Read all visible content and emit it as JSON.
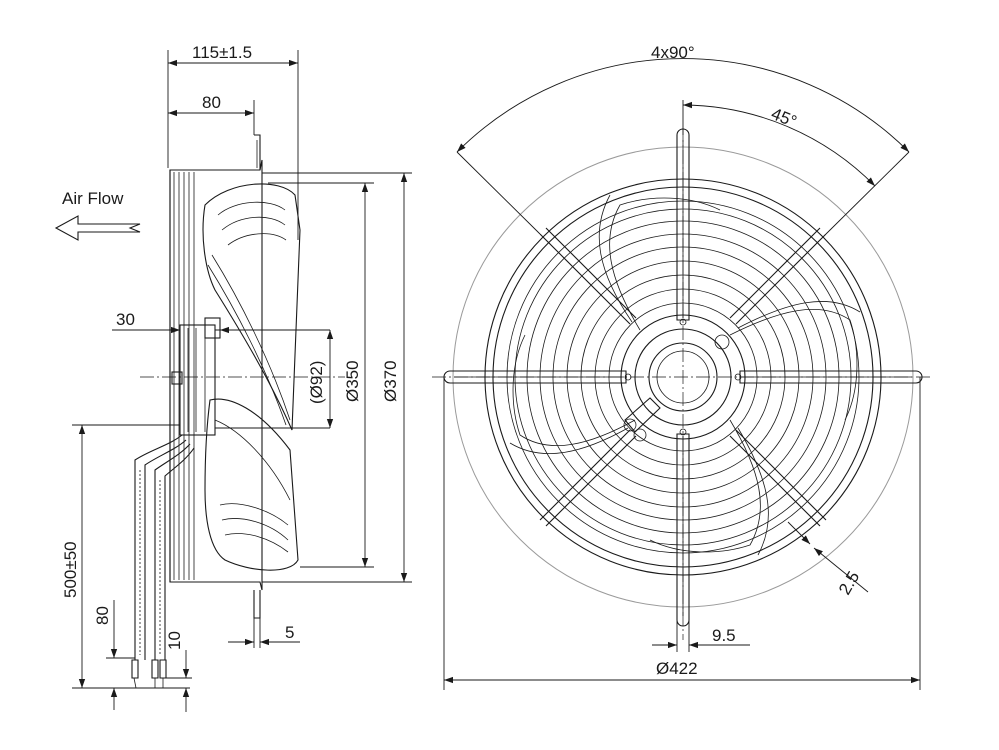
{
  "side_view": {
    "airflow_label": "Air Flow",
    "dim_overall_depth": "115±1.5",
    "dim_depth_80": "80",
    "dim_hub_30": "30",
    "dim_hub_dia": "(Ø92)",
    "dim_dia_350": "Ø350",
    "dim_dia_370": "Ø370",
    "dim_cable_length": "500±50",
    "dim_cable_80": "80",
    "dim_cable_10": "10",
    "dim_foot_5": "5"
  },
  "front_view": {
    "dim_angle_4x90": "4x90°",
    "dim_angle_45": "45°",
    "dim_wire_2_5": "2.5",
    "dim_slot_9_5": "9.5",
    "dim_outer_dia": "Ø422"
  }
}
